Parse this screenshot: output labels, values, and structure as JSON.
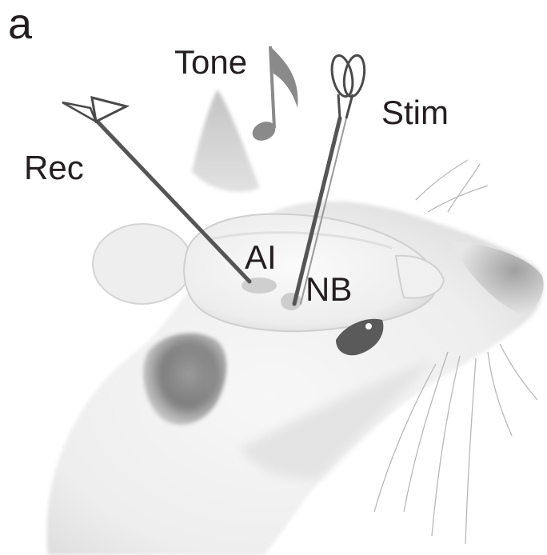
{
  "panel_letter": "a",
  "labels": {
    "tone": "Tone",
    "stim": "Stim",
    "rec": "Rec",
    "ai": "AI",
    "nb": "NB"
  }
}
